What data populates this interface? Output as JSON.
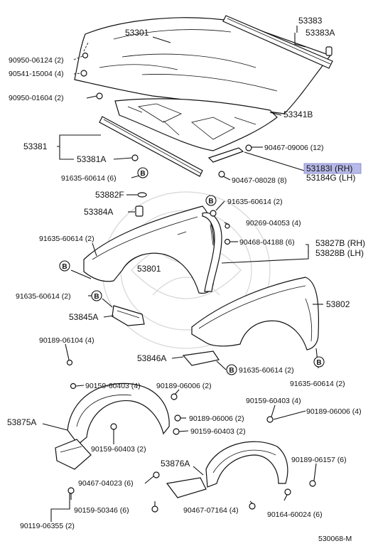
{
  "marker_letter": "B",
  "highlight_color": "#b7b9e8",
  "labels": {
    "hood": "53301",
    "hood_seal": "53383",
    "hood_seal_clip": "53383A",
    "hood_insulator": "53341B",
    "hood_side_seal": "53381",
    "seal_clip": "53381A",
    "bolt_90950_06124": "90950-06124 (2)",
    "nut_90541_15004": "90541-15004 (4)",
    "bolt_90950_01604": "90950-01604 (2)",
    "clip_90467_09006": "90467-09006 (12)",
    "fender_seal_rh": "53183I (RH)",
    "fender_seal_lh": "53184G (LH)",
    "clip_90467_08028": "90467-08028 (8)",
    "screw_91635_60614_6": "91635-60614 (6)",
    "part_53882F": "53882F",
    "part_53384A": "53384A",
    "screw_91635_60614_2a": "91635-60614 (2)",
    "screw_90269_04053": "90269-04053 (4)",
    "screw_90468_04188": "90468-04188 (6)",
    "liner_53827B": "53827B (RH)",
    "liner_53828B": "53828B (LH)",
    "screw_91635_60614_2b": "91635-60614 (2)",
    "fender_rh": "53801",
    "screw_91635_60614_2c": "91635-60614 (2)",
    "fender_lh": "53802",
    "part_53845A": "53845A",
    "bolt_90189_06104": "90189-06104 (4)",
    "part_53846A": "53846A",
    "screw_91635_60614_2d": "91635-60614 (2)",
    "screw_91635_60614_2e": "91635-60614 (2)",
    "bolt_90159_60403_4a": "90159-60403 (4)",
    "bolt_90189_06006_2a": "90189-06006 (2)",
    "bolt_90159_60403_4b": "90159-60403 (4)",
    "bolt_90189_06006_4": "90189-06006 (4)",
    "liner_53875A": "53875A",
    "bolt_90189_06006_2b": "90189-06006 (2)",
    "bolt_90159_60403_2a": "90159-60403 (2)",
    "bolt_90159_60403_2b": "90159-60403 (2)",
    "liner_53876A": "53876A",
    "bolt_90189_06157": "90189-06157 (6)",
    "clip_90467_04023": "90467-04023 (6)",
    "bolt_90159_50346": "90159-50346 (6)",
    "clip_90467_07164": "90467-07164 (4)",
    "bolt_90164_60024": "90164-60024 (6)",
    "bolt_90119_06355": "90119-06355 (2)",
    "diagram_code": "530068-M"
  }
}
